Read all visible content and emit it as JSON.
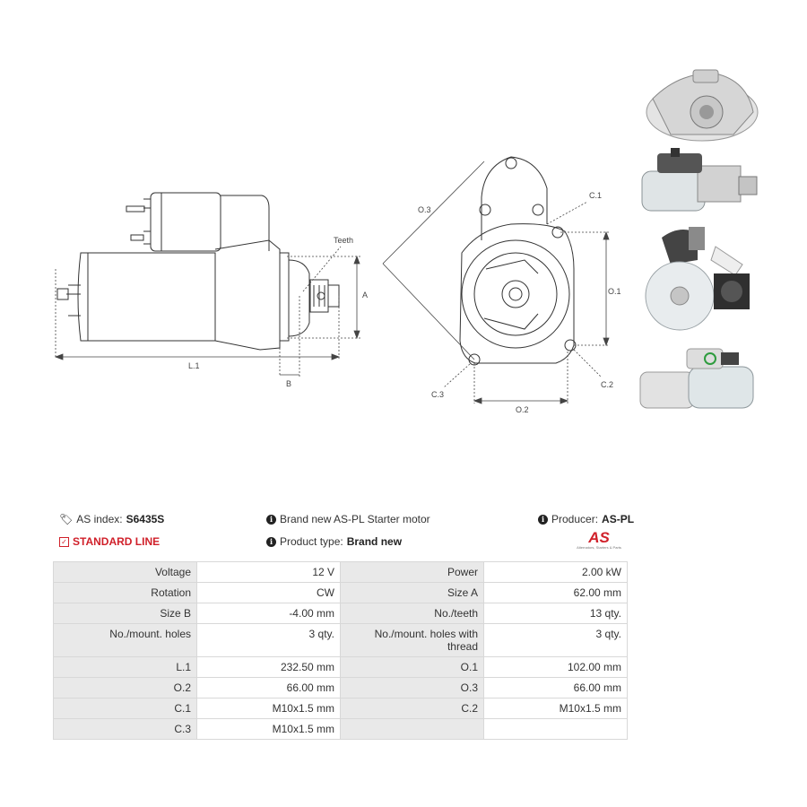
{
  "drawing_labels": {
    "teeth": "Teeth",
    "a": "A",
    "b": "B",
    "l1": "L.1",
    "o3": "O.3",
    "o1": "O.1",
    "o2": "O.2",
    "c1": "C.1",
    "c2": "C.2",
    "c3": "C.3"
  },
  "info": {
    "as_index_label": "AS index:",
    "as_index_value": "S6435S",
    "description": "Brand new AS-PL Starter motor",
    "producer_label": "Producer:",
    "producer_value": "AS-PL",
    "standard_line": "STANDARD LINE",
    "product_type_label": "Product type:",
    "product_type_value": "Brand new",
    "logo_text": "AS",
    "logo_tagline": "Alternators, Starters & Parts"
  },
  "specs": [
    [
      "Voltage",
      "12 V",
      "Power",
      "2.00 kW"
    ],
    [
      "Rotation",
      "CW",
      "Size A",
      "62.00 mm"
    ],
    [
      "Size B",
      "-4.00 mm",
      "No./teeth",
      "13 qty."
    ],
    [
      "No./mount. holes",
      "3 qty.",
      "No./mount. holes with thread",
      "3 qty."
    ],
    [
      "L.1",
      "232.50 mm",
      "O.1",
      "102.00 mm"
    ],
    [
      "O.2",
      "66.00 mm",
      "O.3",
      "66.00 mm"
    ],
    [
      "C.1",
      "M10x1.5 mm",
      "C.2",
      "M10x1.5 mm"
    ],
    [
      "C.3",
      "M10x1.5 mm",
      "",
      ""
    ]
  ],
  "colors": {
    "accent_red": "#d0202a",
    "label_bg": "#e9e9e9",
    "border": "#d8d8d8"
  }
}
